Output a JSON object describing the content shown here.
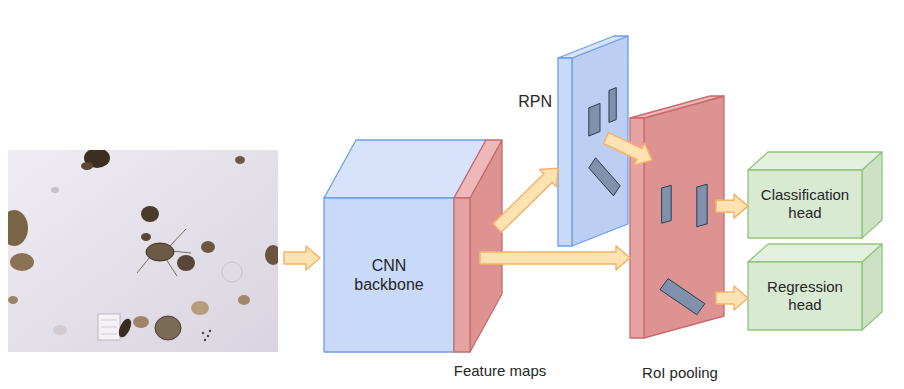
{
  "diagram": {
    "nodes": [
      {
        "text": [
          "CNN backbone"
        ]
      },
      {
        "text": [
          "Feature maps"
        ]
      },
      {
        "text": [
          "RPN"
        ]
      },
      {
        "text": [
          "RoI pooling"
        ]
      },
      {
        "text": [
          "Classification head"
        ]
      },
      {
        "text": [
          "Regression head"
        ]
      }
    ],
    "edges": [
      {
        "from": 1,
        "to": 2,
        "arrow": "to"
      },
      {
        "from": 1,
        "to": 3,
        "arrow": "to"
      },
      {
        "from": 2,
        "to": 3,
        "arrow": "to"
      },
      {
        "from": 3,
        "to": 4,
        "arrow": "to"
      },
      {
        "from": 3,
        "to": 5,
        "arrow": "to"
      }
    ]
  }
}
